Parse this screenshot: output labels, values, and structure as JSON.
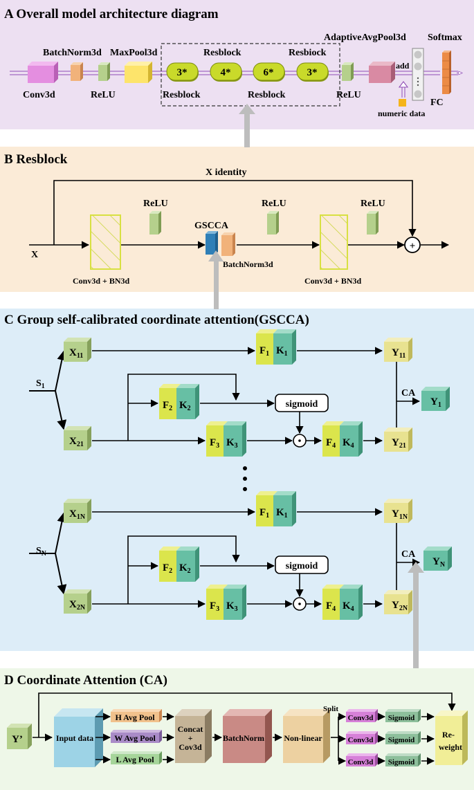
{
  "panel_a": {
    "title": "A  Overall model architecture diagram",
    "conv3d": "Conv3d",
    "batchnorm3d": "BatchNorm3d",
    "relu_1": "ReLU",
    "maxpool3d": "MaxPool3d",
    "resblock_top_1": "Resblock",
    "resblock_top_2": "Resbiock",
    "resblock_bottom_1": "Resblock",
    "resblock_bottom_2": "Resblock",
    "block_counts": [
      "3*",
      "4*",
      "6*",
      "3*"
    ],
    "relu_2": "ReLU",
    "adaptive_pool": "AdaptiveAvgPool3d",
    "add": "add",
    "fc": "FC",
    "numeric_data": "numeric data",
    "softmax": "Softmax"
  },
  "panel_b": {
    "title": "B  Resblock",
    "identity": "X  identity",
    "x_input": "X",
    "relu_1": "ReLU",
    "relu_2": "ReLU",
    "relu_3": "ReLU",
    "gscca": "GSCCA",
    "batchnorm3d": "BatchNorm3d",
    "conv_bn_1": "Conv3d + BN3d",
    "conv_bn_2": "Conv3d + BN3d",
    "plus": "+"
  },
  "panel_c": {
    "title": "C  Group self-calibrated coordinate attention(GSCCA)",
    "groups": [
      {
        "s": "S",
        "s_sub": "1",
        "x1": "X",
        "x1_sub": "11",
        "x2": "X",
        "x2_sub": "21",
        "y1": "Y",
        "y1_sub": "11",
        "y2": "Y",
        "y2_sub": "21",
        "out": "Y",
        "out_sub": "1"
      },
      {
        "s": "S",
        "s_sub": "N",
        "x1": "X",
        "x1_sub": "1N",
        "x2": "X",
        "x2_sub": "2N",
        "y1": "Y",
        "y1_sub": "1N",
        "y2": "Y",
        "y2_sub": "2N",
        "out": "Y",
        "out_sub": "N"
      }
    ],
    "f1": "F",
    "f1_sub": "1",
    "k1": "K",
    "k1_sub": "1",
    "f2": "F",
    "f2_sub": "2",
    "k2": "K",
    "k2_sub": "2",
    "f3": "F",
    "f3_sub": "3",
    "k3": "K",
    "k3_sub": "3",
    "f4": "F",
    "f4_sub": "4",
    "k4": "K",
    "k4_sub": "4",
    "sigmoid": "sigmoid",
    "ca": "CA",
    "dot": "·"
  },
  "panel_d": {
    "title": "D  Coordinate Attention (CA)",
    "y_prime": "Y’",
    "input_data": "Input data",
    "h_pool": "H Avg Pool",
    "w_pool": "W Avg Pool",
    "l_pool": "L Avg Pool",
    "concat_1": "Concat",
    "concat_2": "+",
    "concat_3": "Cov3d",
    "batchnorm": "BatchNorm",
    "nonlinear": "Non-linear",
    "split": "Split",
    "conv3d_labels": [
      "Conv3d",
      "Conv3d",
      "Conv3d"
    ],
    "sigmoid_labels": [
      "Sigmoid",
      "Sigmoid",
      "Sigmoid"
    ],
    "reweight_1": "Re-",
    "reweight_2": "weight"
  },
  "colors": {
    "panel_a_bg": "#ede0f2",
    "panel_b_bg": "#fbebd7",
    "panel_c_bg": "#ddedf8",
    "panel_d_bg": "#eef7e8",
    "pink": "#e48ee0",
    "orange": "#f1b27a",
    "green": "#b5d08c",
    "yellow": "#fde46b",
    "olive": "#c9da2a",
    "rose": "#d98aa3",
    "teal": "#67bfa4",
    "lime": "#dbe54c",
    "softmax": "#ec8b45",
    "purple_arrow": "#8e4bb5",
    "gray_arrow": "#bdbdbd",
    "light_blue": "#9dd3e6",
    "tan": "#c5b497",
    "brick": "#c98a85",
    "sand": "#edd1a1",
    "magenta": "#d680d8",
    "sage": "#8dbf9b",
    "pale_yellow": "#f1ee97"
  }
}
